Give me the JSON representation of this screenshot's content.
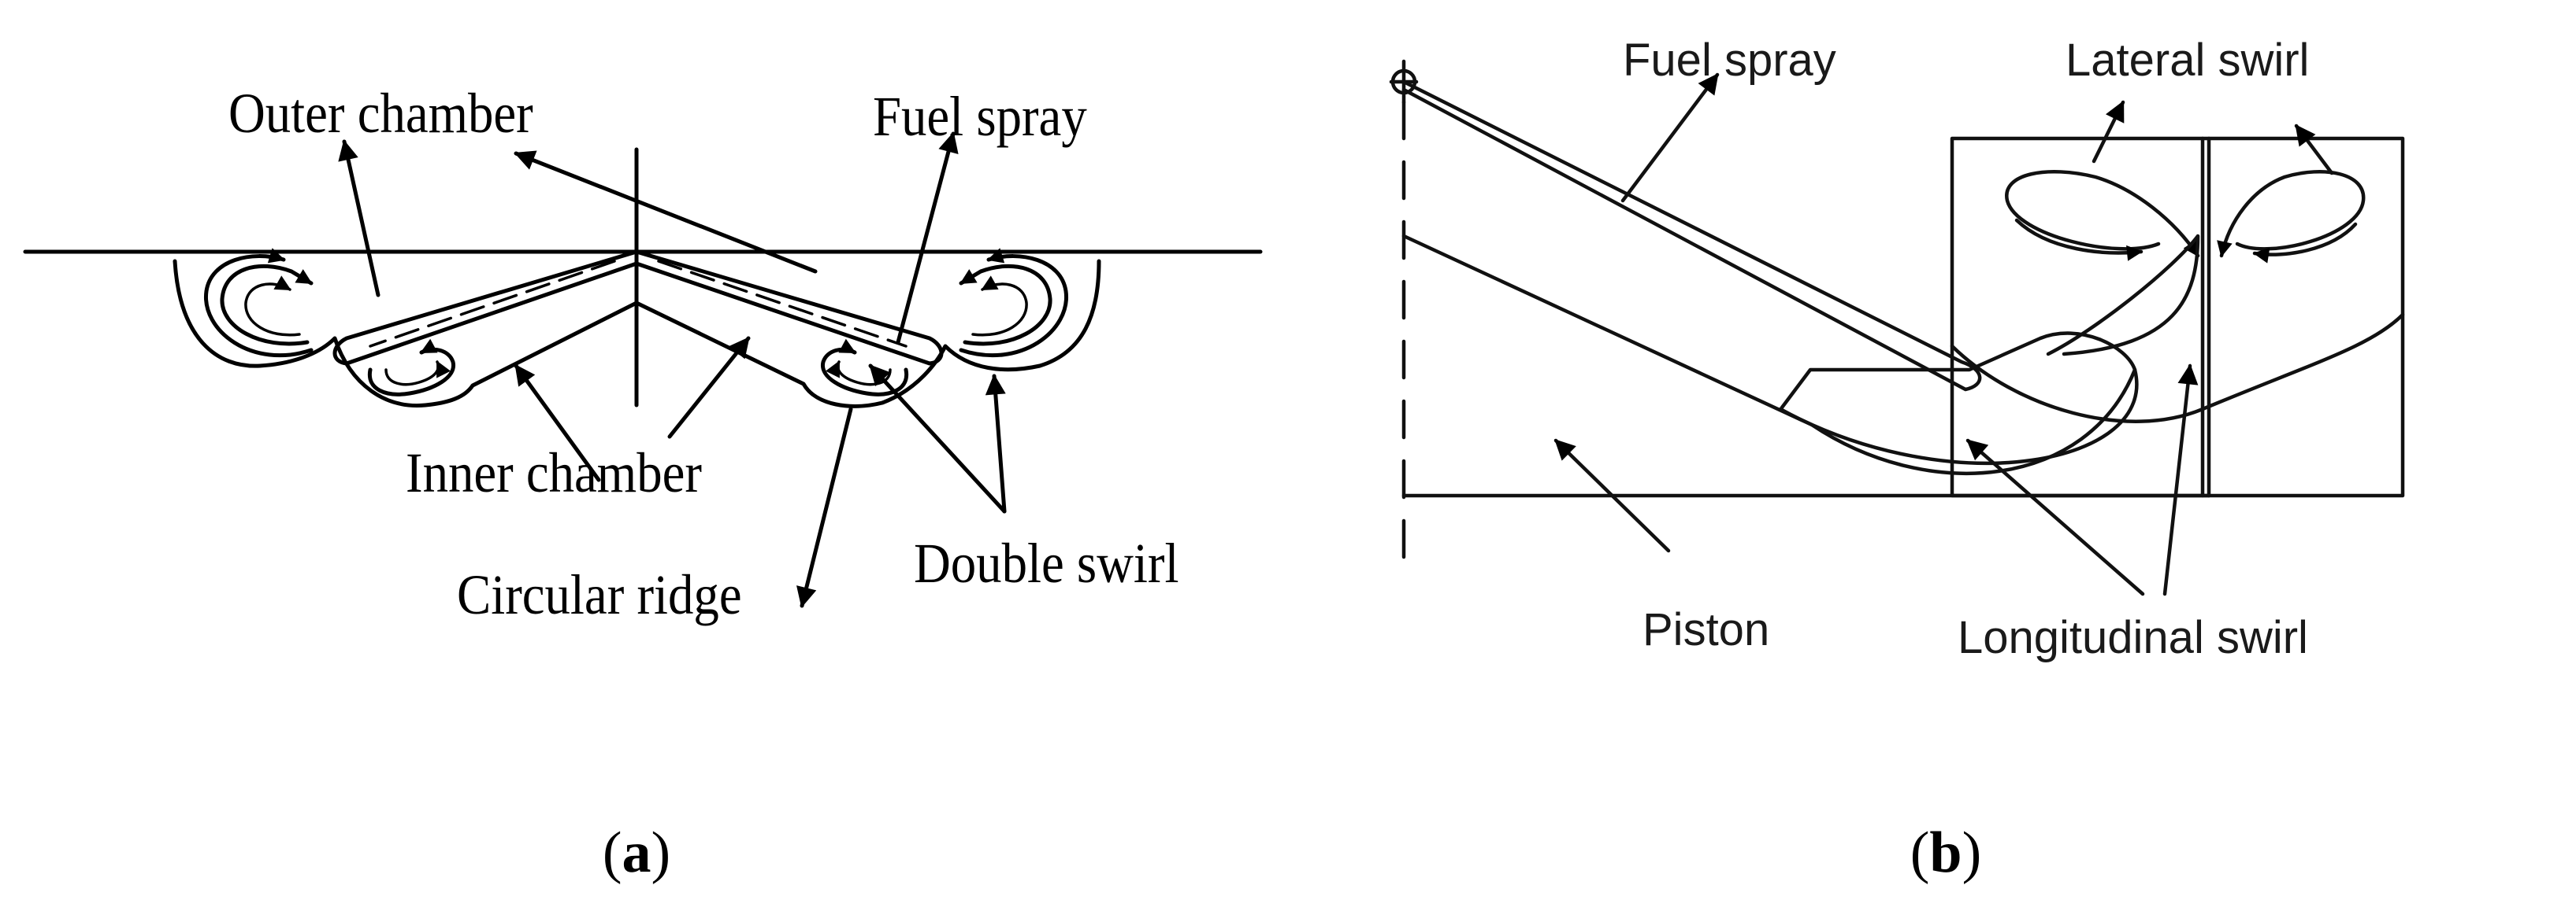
{
  "panel_a": {
    "labels": {
      "outer_chamber": "Outer chamber",
      "fuel_spray": "Fuel spray",
      "inner_chamber": "Inner chamber",
      "circular_ridge": "Circular ridge",
      "double_swirl": "Double swirl"
    },
    "caption_open": "(",
    "caption_letter": "a",
    "caption_close": ")"
  },
  "panel_b": {
    "labels": {
      "fuel_spray": "Fuel spray",
      "lateral_swirl": "Lateral swirl",
      "piston": "Piston",
      "longitudinal_swirl": "Longitudinal swirl"
    },
    "caption_open": "(",
    "caption_letter": "b",
    "caption_close": ")"
  }
}
